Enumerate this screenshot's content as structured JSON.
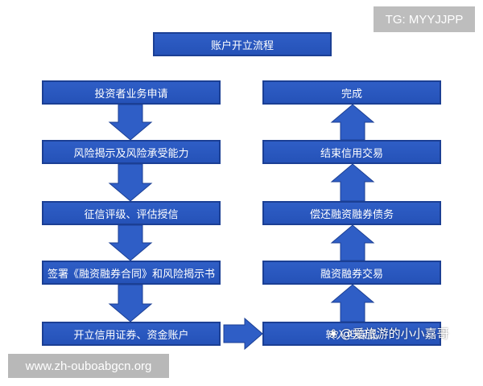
{
  "title": "账户开立流程",
  "left_steps": [
    "投资者业务申请",
    "风险揭示及风险承受能力",
    "征信评级、评估授信",
    "签署《融资融券合同》和风险揭示书",
    "开立信用证券、资金账户"
  ],
  "right_steps": [
    "完成",
    "结束信用交易",
    "偿还融资融券债务",
    "融资融券交易",
    "转入担保品"
  ],
  "watermark": "@爱旅游的小小嘉哥",
  "tg_badge": "TG: MYYJJPP",
  "url_badge": "www.zh-ouboabgcn.org",
  "colors": {
    "box_fill": "#2f5ec6",
    "box_border": "#1b3f94",
    "arrow": "#2f5ec6"
  }
}
